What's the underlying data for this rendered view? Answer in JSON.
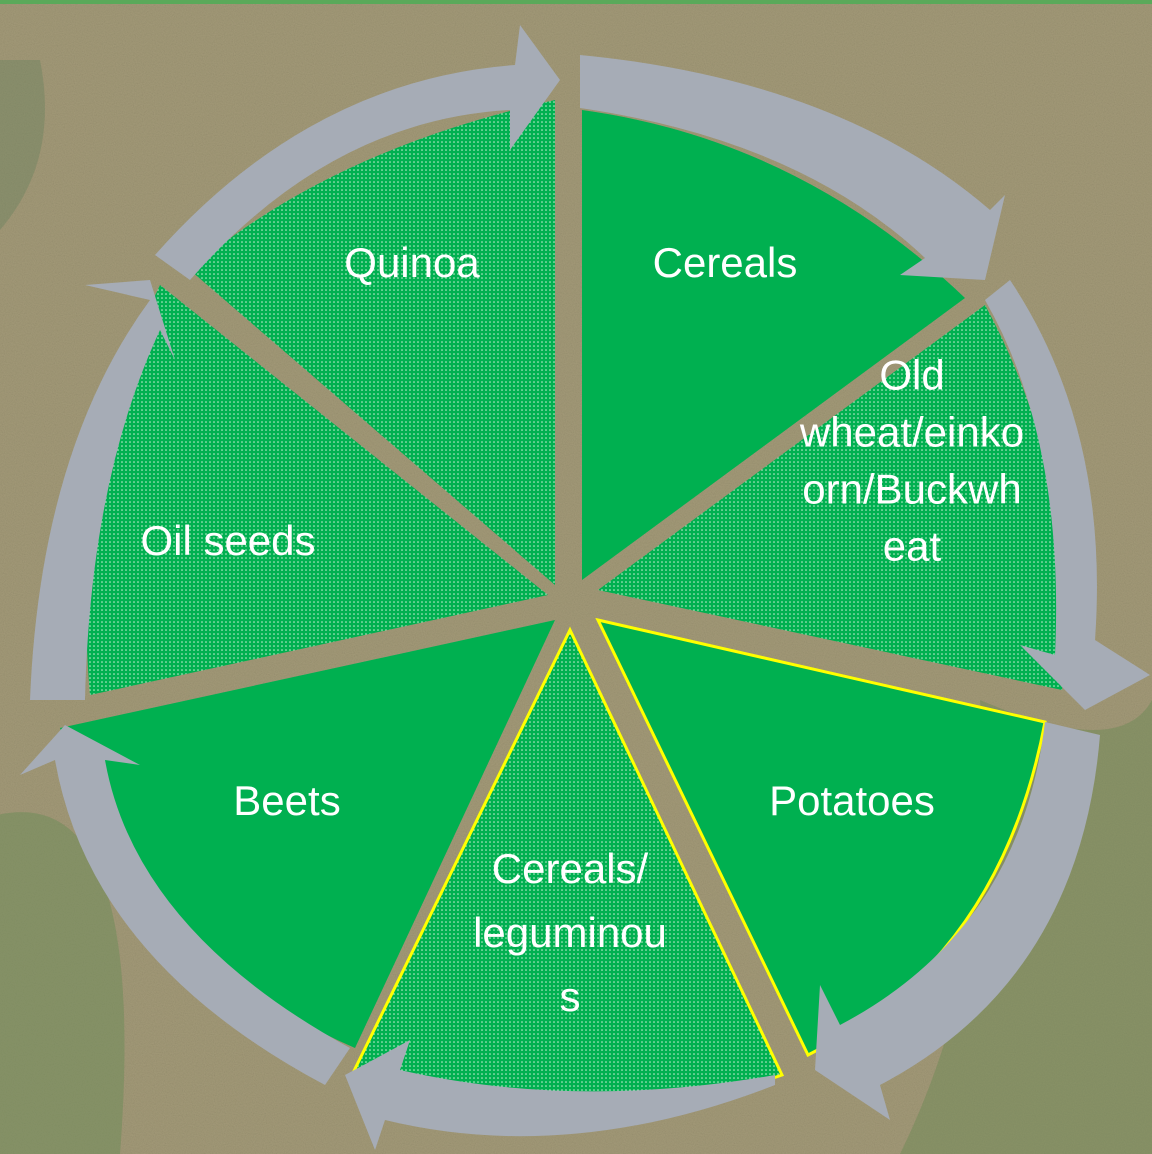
{
  "diagram": {
    "type": "cycle",
    "segments": [
      {
        "id": "cereals",
        "label_lines": [
          "Cereals"
        ],
        "pattern": "solid"
      },
      {
        "id": "old-wheat",
        "label_lines": [
          "Old",
          "wheat/einko",
          "orn/Buckwh",
          "eat"
        ],
        "pattern": "dotted"
      },
      {
        "id": "potatoes",
        "label_lines": [
          "Potatoes"
        ],
        "pattern": "solid"
      },
      {
        "id": "cereals-leg",
        "label_lines": [
          "Cereals/",
          "leguminou",
          "s"
        ],
        "pattern": "dotted"
      },
      {
        "id": "beets",
        "label_lines": [
          "Beets"
        ],
        "pattern": "solid"
      },
      {
        "id": "oil-seeds",
        "label_lines": [
          "Oil seeds"
        ],
        "pattern": "dotted"
      },
      {
        "id": "quinoa",
        "label_lines": [
          "Quinoa"
        ],
        "pattern": "dotted"
      }
    ],
    "colors": {
      "segment_green": "#00b050",
      "arrow_gray": "#a6acb6",
      "highlight_outline": "#ffff00"
    }
  }
}
